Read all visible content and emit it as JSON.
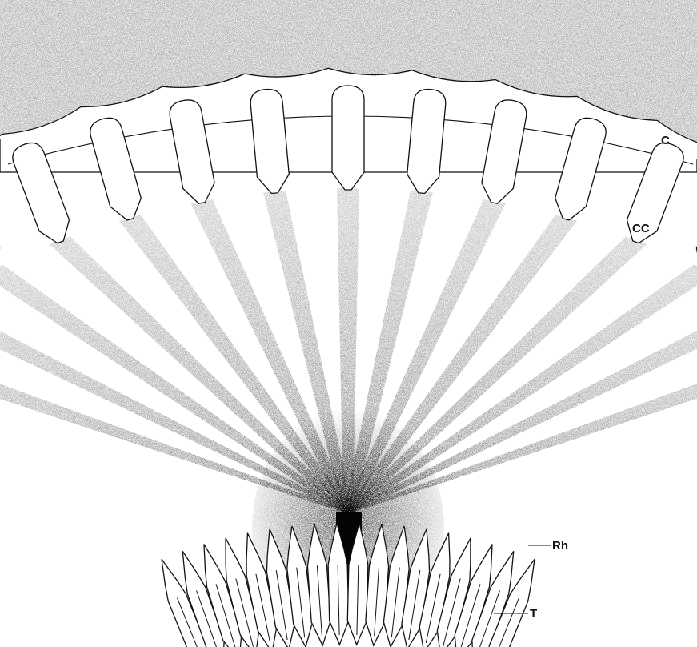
{
  "labels": {
    "cornea": "C",
    "crystalline_cone": "CC",
    "rhabdom": "Rh",
    "tip": "T"
  },
  "colors": {
    "stipple": "#9a9a9a",
    "stipple_dark": "#1a1a1a",
    "line": "#111111",
    "background": "#ffffff"
  }
}
